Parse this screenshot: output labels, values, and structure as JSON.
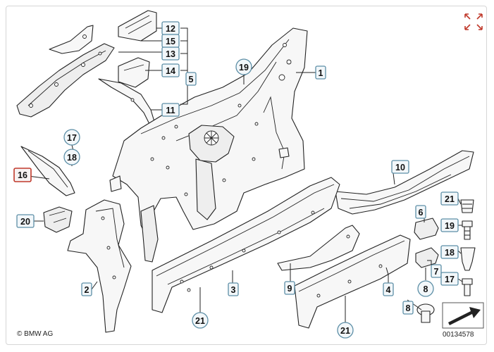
{
  "diagram": {
    "labels": {
      "l1": "1",
      "l2": "2",
      "l3": "3",
      "l4": "4",
      "l5": "5",
      "l6": "6",
      "l7": "7",
      "l8_box": "8",
      "l8_circle": "8",
      "l9": "9",
      "l10": "10",
      "l11": "11",
      "l12": "12",
      "l13": "13",
      "l14": "14",
      "l15": "15",
      "l16": "16",
      "l17_main": "17",
      "l17_side": "17",
      "l18_main": "18",
      "l18_side": "18",
      "l19_main": "19",
      "l19_side": "19",
      "l20": "20",
      "l21_side": "21",
      "l21_a": "21",
      "l21_b": "21"
    },
    "copyright": "© BMW AG",
    "doc_number": "00134578",
    "colors": {
      "label_border": "#5c8ea6",
      "highlight_border": "#c0392b",
      "expand_icon": "#c0392b"
    }
  },
  "icons": {
    "expand": "expand-arrows-icon",
    "logo": "bmw-logo-icon",
    "arrow": "direction-arrow-icon"
  }
}
